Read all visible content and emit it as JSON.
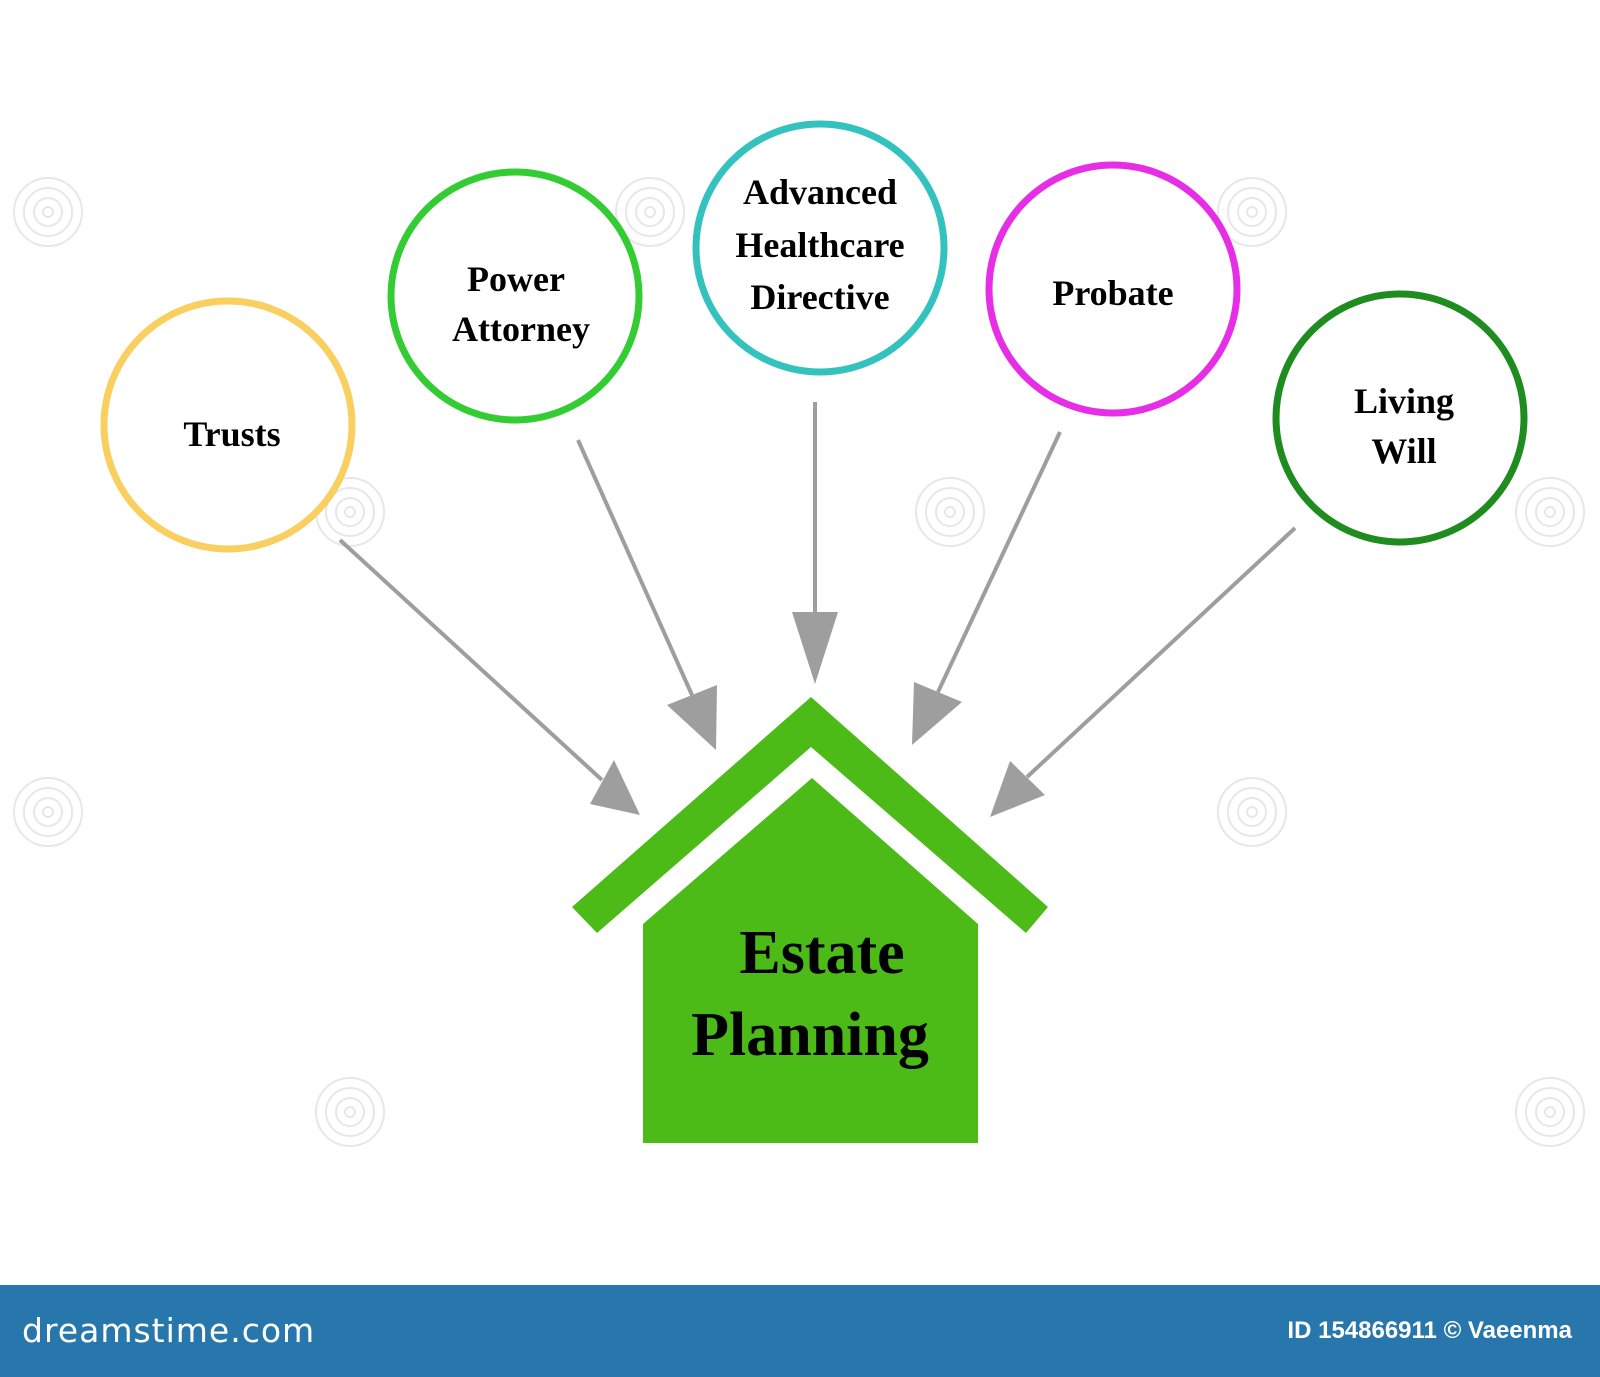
{
  "diagram": {
    "center": {
      "line1": "Estate",
      "line2": "Planning",
      "color": "#4cbb17"
    },
    "nodes": [
      {
        "id": "trusts",
        "lines": [
          "Trusts"
        ],
        "color": "#f9cf5f"
      },
      {
        "id": "power-attorney",
        "lines": [
          "Power",
          "Attorney"
        ],
        "color": "#33cc33"
      },
      {
        "id": "advanced-healthcare-directive",
        "lines": [
          "Advanced",
          "Healthcare",
          "Directive"
        ],
        "color": "#33c2bd"
      },
      {
        "id": "probate",
        "lines": [
          "Probate"
        ],
        "color": "#e62ee6"
      },
      {
        "id": "living-will",
        "lines": [
          "Living",
          "Will"
        ],
        "color": "#1e8c1e"
      }
    ],
    "arrow_color": "#9e9e9e"
  },
  "footer": {
    "brand": "dreamstime.com",
    "meta": "ID 154866911 © Vaeenma",
    "background": "#2777ac"
  }
}
